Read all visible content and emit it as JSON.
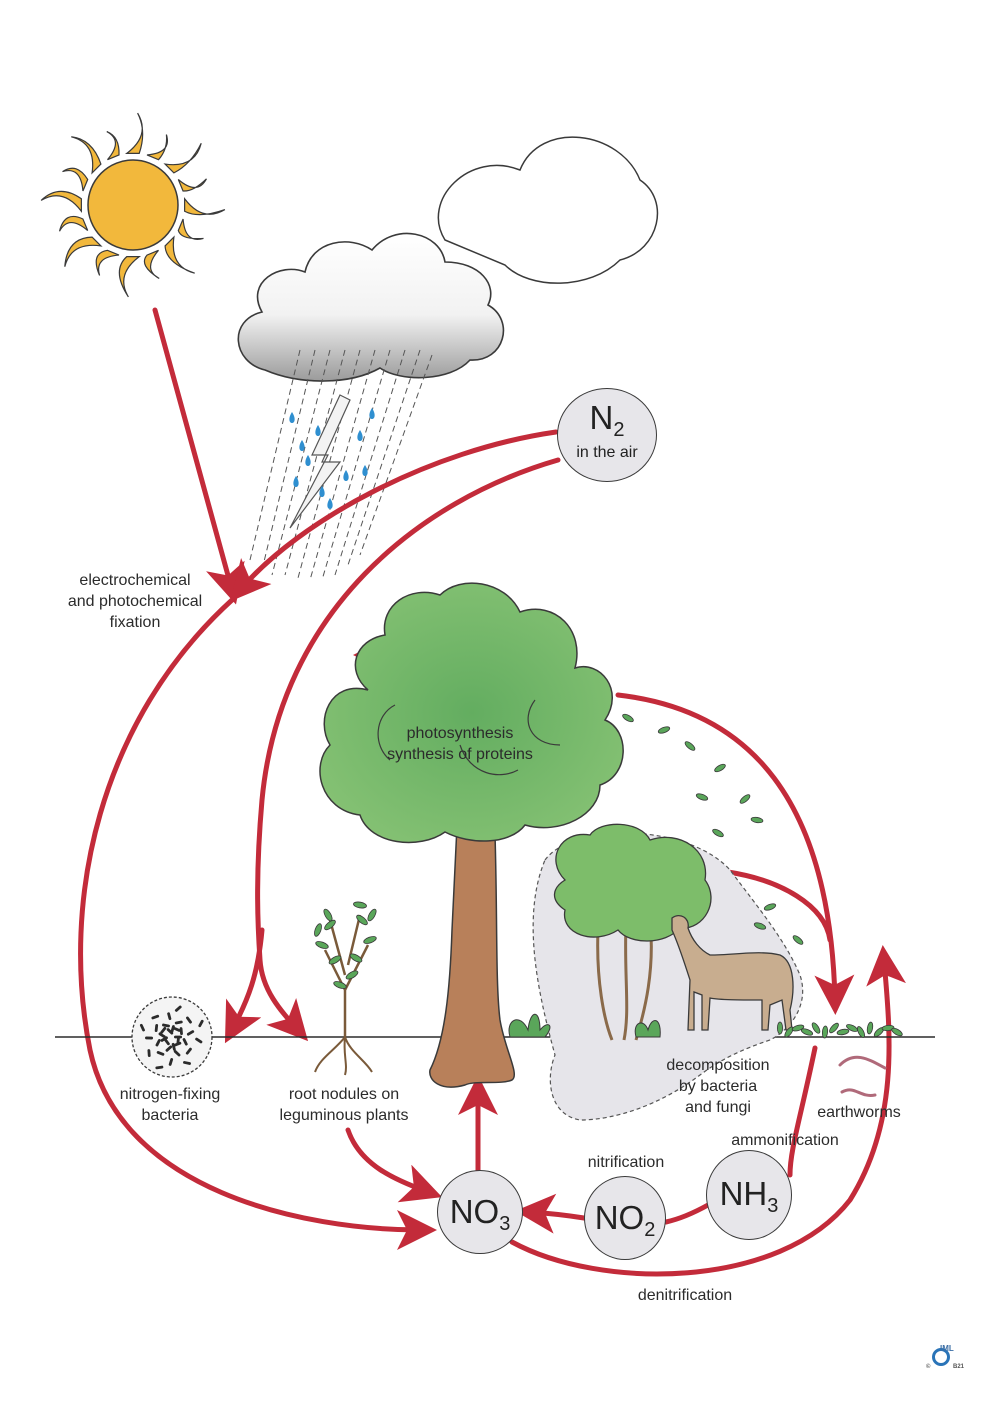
{
  "nodes": {
    "n2": {
      "formula": "N",
      "sub": "2",
      "note": "in the air"
    },
    "no3": {
      "formula": "NO",
      "sub": "3"
    },
    "no2": {
      "formula": "NO",
      "sub": "2"
    },
    "nh3": {
      "formula": "NH",
      "sub": "3"
    }
  },
  "labels": {
    "fixation": [
      "electrochemical",
      "and photochemical",
      "fixation"
    ],
    "photosynthesis": [
      "photosynthesis",
      "synthesis of proteins"
    ],
    "bacteria": [
      "nitrogen-fixing",
      "bacteria"
    ],
    "nodules": [
      "root nodules on",
      "leguminous plants"
    ],
    "decomposition": [
      "decomposition",
      "by bacteria",
      "and fungi"
    ],
    "earthworms": "earthworms",
    "ammonification": "ammonification",
    "nitrification": "nitrification",
    "denitrification": "denitrification"
  },
  "logo": {
    "text": "IML",
    "year": "B21",
    "copyright": "©"
  },
  "colors": {
    "arrow": "#c32b3a",
    "sun": "#f2b83c",
    "foliage": "#7dbd6a",
    "foliage_dark": "#5aa65a",
    "trunk": "#b8805a",
    "node_fill": "#e7e6ea",
    "deer": "#c8ad8f",
    "raindrop": "#2f8fd0"
  }
}
